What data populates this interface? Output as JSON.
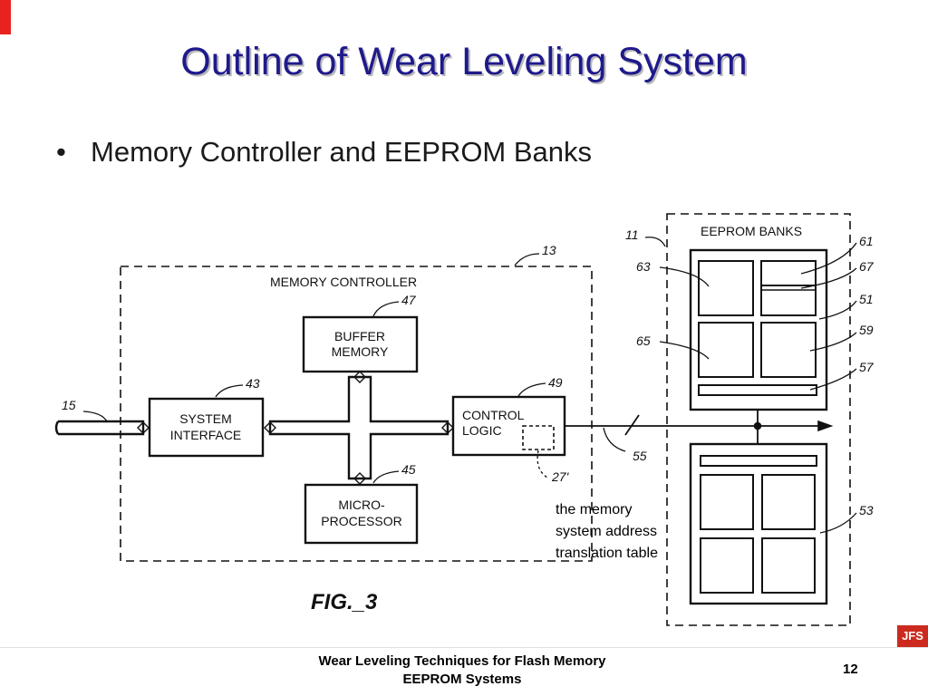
{
  "slide": {
    "title": "Outline of Wear Leveling System",
    "bullet": "Memory Controller and EEPROM Banks"
  },
  "diagram": {
    "memory_controller_label": "MEMORY CONTROLLER",
    "eeprom_banks_label": "EEPROM BANKS",
    "buffer_memory": [
      "BUFFER",
      "MEMORY"
    ],
    "system_interface": [
      "SYSTEM",
      "INTERFACE"
    ],
    "control_logic": [
      "CONTROL",
      "LOGIC"
    ],
    "microprocessor": [
      "MICRO-",
      "PROCESSOR"
    ],
    "refs": {
      "r11": "11",
      "r13": "13",
      "r15": "15",
      "r27": "27'",
      "r43": "43",
      "r45": "45",
      "r47": "47",
      "r49": "49",
      "r51": "51",
      "r53": "53",
      "r55": "55",
      "r57": "57",
      "r59": "59",
      "r61": "61",
      "r63": "63",
      "r65": "65",
      "r67": "67"
    },
    "figure_label": "FIG._3"
  },
  "annotation": [
    "the memory",
    "system address",
    "translation table"
  ],
  "footer": {
    "line1": "Wear Leveling Techniques for Flash Memory",
    "line2": "EEPROM Systems",
    "page": "12",
    "badge": "JFS"
  },
  "colors": {
    "title": "#1f1a8c",
    "accent": "#e8231f"
  }
}
